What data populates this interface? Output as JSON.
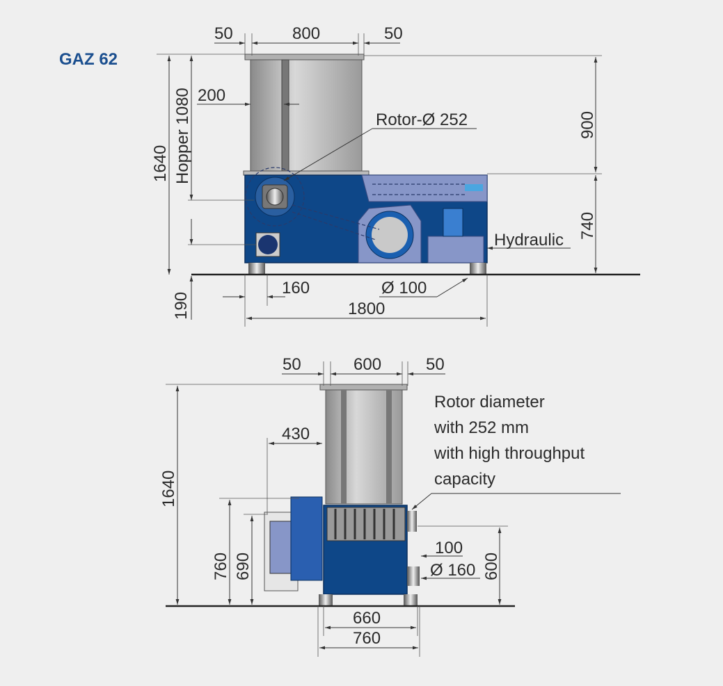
{
  "title": "GAZ 62",
  "side_view": {
    "dim_left_margin": "50",
    "dim_hopper_width": "800",
    "dim_right_margin": "50",
    "dim_200": "200",
    "dim_hopper_height": "Hopper 1080",
    "dim_total_height": "1640",
    "rotor_label": "Rotor-Ø 252",
    "dim_900": "900",
    "dim_740": "740",
    "hydraulic_label": "Hydraulic",
    "dim_160": "160",
    "dim_foot": "Ø 100",
    "dim_length": "1800",
    "dim_190": "190"
  },
  "front_view": {
    "dim_left_margin": "50",
    "dim_hopper_width": "600",
    "dim_right_margin": "50",
    "dim_430": "430",
    "dim_total_height": "1640",
    "dim_760": "760",
    "dim_690": "690",
    "rotor_note": [
      "Rotor diameter",
      "with 252 mm",
      "with high throughput",
      "capacity"
    ],
    "dim_100": "100",
    "dim_outlet": "Ø 160",
    "dim_600": "600",
    "dim_660": "660",
    "dim_width": "760"
  },
  "colors": {
    "machine_blue": "#0e4788",
    "title_blue": "#1b4f8f",
    "background": "#efefef"
  }
}
